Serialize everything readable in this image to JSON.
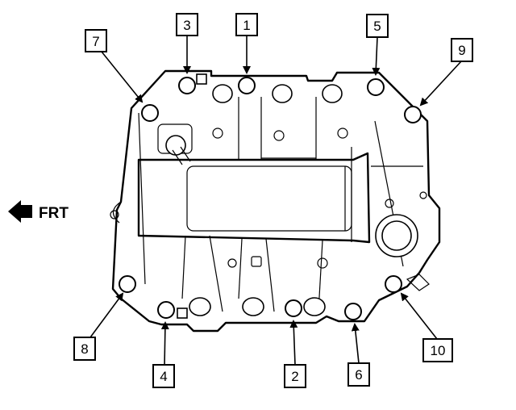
{
  "labels": {
    "front": "FRT",
    "callouts": [
      "1",
      "2",
      "3",
      "4",
      "5",
      "6",
      "7",
      "8",
      "9",
      "10"
    ]
  }
}
